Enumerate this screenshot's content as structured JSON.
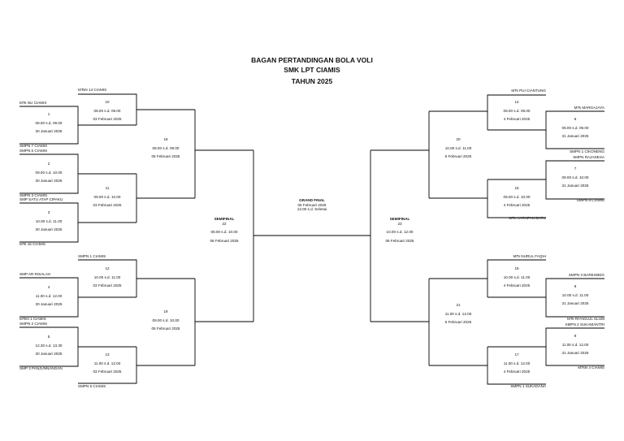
{
  "title": {
    "line1": "BAGAN PERTANDINGAN BOLA VOLI",
    "line2": "SMK LPT CIAMIS",
    "line3": "TAHUN 2025"
  },
  "teams": {
    "mtsn14": "MTsN 14 CIAMIS",
    "mtsnu": "MTs NU CIAMIS",
    "smpn7": "SMPN 7 CIAMIS",
    "smpn6": "SMPN 6 CIAMIS",
    "smpn3": "SMPN 3 CIAMIS",
    "smpsatu": "SMP SATU ATAP CIPAKU",
    "mts15": "MTs 15 CIAMIS",
    "smpn1": "SMPN 1 CIAMIS",
    "smparrisalah": "SMP AR RISALAH",
    "mtsn1": "MTsN 1 CIAMIS",
    "smpn2": "SMPN 2 CIAMIS",
    "smp3pan": "SMP 3 PANJUNNANGAN",
    "smpn5": "SMPN 5 CIAMIS",
    "mtspui": "MTs PUI CIANTUNG",
    "mtsmargajaya": "MTs MARGAJAYA",
    "smpn1cikoneng": "SMPN 1 CIKONENG",
    "smpnrajadesa": "SMPN RAJADESA",
    "smpn8": "SMPN 8 CIAMIS",
    "mtsharapan": "MTs HARAPAN BARU",
    "mtsnurul": "MTs NURUL FAQIH",
    "smpn3baregbeg": "SMPN 3 BAREGBEG",
    "mtsriyadlul": "MTs RIYADLUL ULUM",
    "smpn2sukamantri": "SMPN 2 SUKAMANTRI",
    "mtsn4": "MTsN 4 CIAMIS",
    "smpn1sukadana": "SMPN 1 SUKADANA"
  },
  "matches": {
    "m1": {
      "no": "1",
      "time": "08.00 s.d. 09.00",
      "date": "30 Januari 2025"
    },
    "m2": {
      "no": "2",
      "time": "09.00 s.d. 10.00",
      "date": "30 Januari 2025"
    },
    "m3": {
      "no": "3",
      "time": "10.00 s.d. 11.00",
      "date": "30 Januari 2025"
    },
    "m4": {
      "no": "4",
      "time": "11.00 s.d. 12.00",
      "date": "30 Januari 2025"
    },
    "m5": {
      "no": "5",
      "time": "12.30 s.d. 13.30",
      "date": "30 Januari 2025"
    },
    "m6": {
      "no": "6",
      "time": "08.00 s.d. 09.00",
      "date": "31 Januari 2025"
    },
    "m7": {
      "no": "7",
      "time": "09.00 s.d. 10.00",
      "date": "31 Januari 2025"
    },
    "m8": {
      "no": "8",
      "time": "10.00 s.d. 11.00",
      "date": "31 Januari 2025"
    },
    "m9": {
      "no": "9",
      "time": "11.00 s.d. 12.00",
      "date": "31 Januari 2025"
    },
    "m10": {
      "no": "10",
      "time": "08.00 s.d. 09.00",
      "date": "03 Februari 2025"
    },
    "m11": {
      "no": "11",
      "time": "09.00 s.d. 10.00",
      "date": "03 Februari 2025"
    },
    "m12": {
      "no": "12",
      "time": "10.00 s.d. 11.00",
      "date": "03 Februari 2025"
    },
    "m13": {
      "no": "13",
      "time": "11.00 s.d. 12.00",
      "date": "03 Februari 2025"
    },
    "m14": {
      "no": "14",
      "time": "08.00 s.d. 09.00",
      "date": "4 Februari 2025"
    },
    "m15": {
      "no": "15",
      "time": "09.00 s.d. 10.00",
      "date": "4 Februari 2025"
    },
    "m16": {
      "no": "16",
      "time": "10.00 s.d. 11.00",
      "date": "4 Februari 2025"
    },
    "m17": {
      "no": "17",
      "time": "11.00 s.d. 12.00",
      "date": "4 Februari 2025"
    },
    "m18": {
      "no": "18",
      "time": "08.00 s.d. 09.00",
      "date": "05 Februari 2025"
    },
    "m19": {
      "no": "19",
      "time": "09.00 s.d. 10.00",
      "date": "05 Februari 2025"
    },
    "m20": {
      "no": "20",
      "time": "10.00 s.d. 11.00",
      "date": "5 Februari 2025"
    },
    "m21": {
      "no": "21",
      "time": "11.00 s.d. 12.00",
      "date": "5 Februari 2025"
    },
    "m22": {
      "label": "SEMIFINAL",
      "no": "22",
      "time": "08.00 s.d. 10.00",
      "date": "06 Februari 2025"
    },
    "m23": {
      "label": "SEMIFINAL",
      "no": "23",
      "time": "10.00 s.d. 12.00",
      "date": "06 Februari 2025"
    },
    "final": {
      "label": "GRAND FINAL",
      "date": "06 Februari 2025",
      "time": "13.00 s.d. Selesai"
    }
  }
}
